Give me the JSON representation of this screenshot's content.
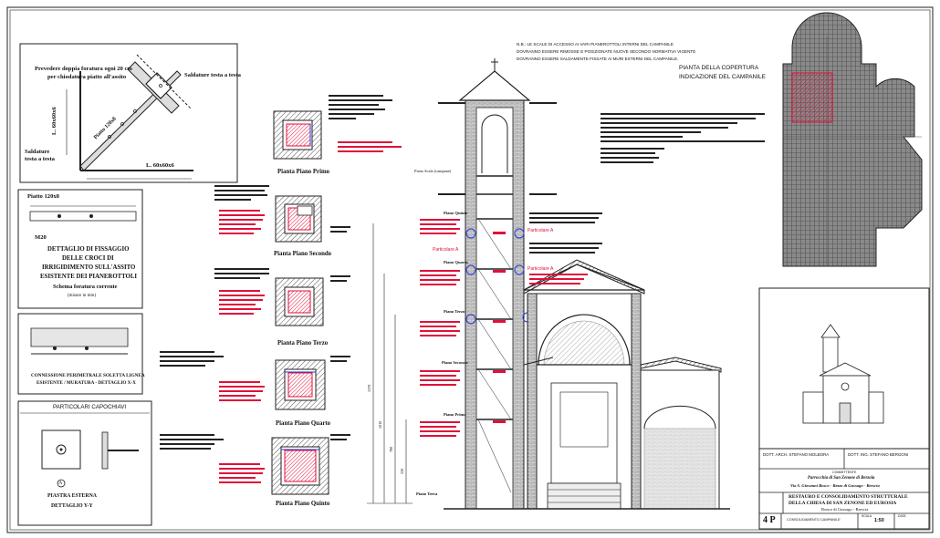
{
  "colors": {
    "accent_red": "#e0103a",
    "accent_blue": "#2a3ad8",
    "line": "#222222",
    "hatch": "#444444"
  },
  "notes_top": {
    "lines": [
      "N.B.: LE SCALE DI ACCESSO AI VARI PIANEROTTOLI INTERNI DEL CAMPANILE",
      "DOVRANNO ESSERE RIMOSSE E POSIZIONATE NUOVE SECONDO NORMATIVA VIGENTE",
      "DOVRANNO ESSERE SALDAMENTE FISSATE AI MURI ESTERNI DEL CAMPANILE."
    ]
  },
  "plan_title": {
    "line1": "PIANTA DELLA COPERTURA",
    "line2": "INDICAZIONE DEL CAMPANILE"
  },
  "detail_cross": {
    "note_drill": "Prevedere doppia foratura ogni 20 cm",
    "note_drill2": "per chiodatura piatto all'assito",
    "note_weld_top": "Saldature testa a testa",
    "note_weld_left1": "Saldature",
    "note_weld_left2": "testa a testa",
    "angle_vertical": "L. 60x60x6",
    "angle_horizontal": "L. 60x60x6",
    "plate_label": "Piatto 120x8"
  },
  "detail_fix": {
    "plate": "Piatto 120x8",
    "bolt": "M20",
    "title1": "DETTAGLIO DI FISSAGGIO",
    "title2": "DELLE CROCI DI",
    "title3": "IRRIGIDIMENTO SULL'ASSITO",
    "title4": "ESISTENTE DEI PIANEROTTOLI",
    "title5": "Schema foratura corrente",
    "title6": "(misure in mm)"
  },
  "detail_x": {
    "title1": "CONNESSIONE PERIMETRALE SOLETTA LIGNEA",
    "title2": "ESISTENTE / MURATURA - DETTAGLIO X-X"
  },
  "detail_y": {
    "header": "PARTICOLARI CAPOCHIAVI",
    "label_a": "A",
    "title1": "PIASTRA ESTERNA",
    "title2": "DETTAGLIO Y-Y"
  },
  "plans": [
    {
      "title": "Pianta Piano Primo"
    },
    {
      "title": "Pianta Piano Secondo"
    },
    {
      "title": "Pianta Piano Terzo"
    },
    {
      "title": "Pianta Piano Quarto"
    },
    {
      "title": "Pianta Piano Quinto"
    }
  ],
  "section_labels": {
    "floors": [
      "Piano Quinto",
      "Piano Quarto",
      "Piano Terzo",
      "Piano Secondo",
      "Piano Primo",
      "Piano Terra"
    ],
    "bell": "Piano Scala (campane)",
    "particolare_a": "Particolare A"
  },
  "dims": [
    "1370",
    "1010",
    "780",
    "550"
  ],
  "titleblock": {
    "arch": "DOTT. ARCH. STEFANO MOLBORA",
    "ing": "DOTT. ING. STEFANO BERGONI",
    "committente_label": "COMMITTENTE",
    "committente1": "Parrocchia di San Zenone di Berzola",
    "committente2": "Via S. Giovanni Bosco - Rezzo di Gussago - Brescia",
    "title1": "RESTAURO E CONSOLIDAMENTO STRUTTURALE",
    "title2": "DELLA CHIESA DI SAN ZENONE ED EUROSIA",
    "title3": "Ronco di Gussago - Brescia",
    "sheet": "4 P",
    "subject": "CONSOLIDAMENTO CAMPANILE",
    "scale_label": "SCALA",
    "scale": "1:50",
    "date_label": "DATA"
  }
}
